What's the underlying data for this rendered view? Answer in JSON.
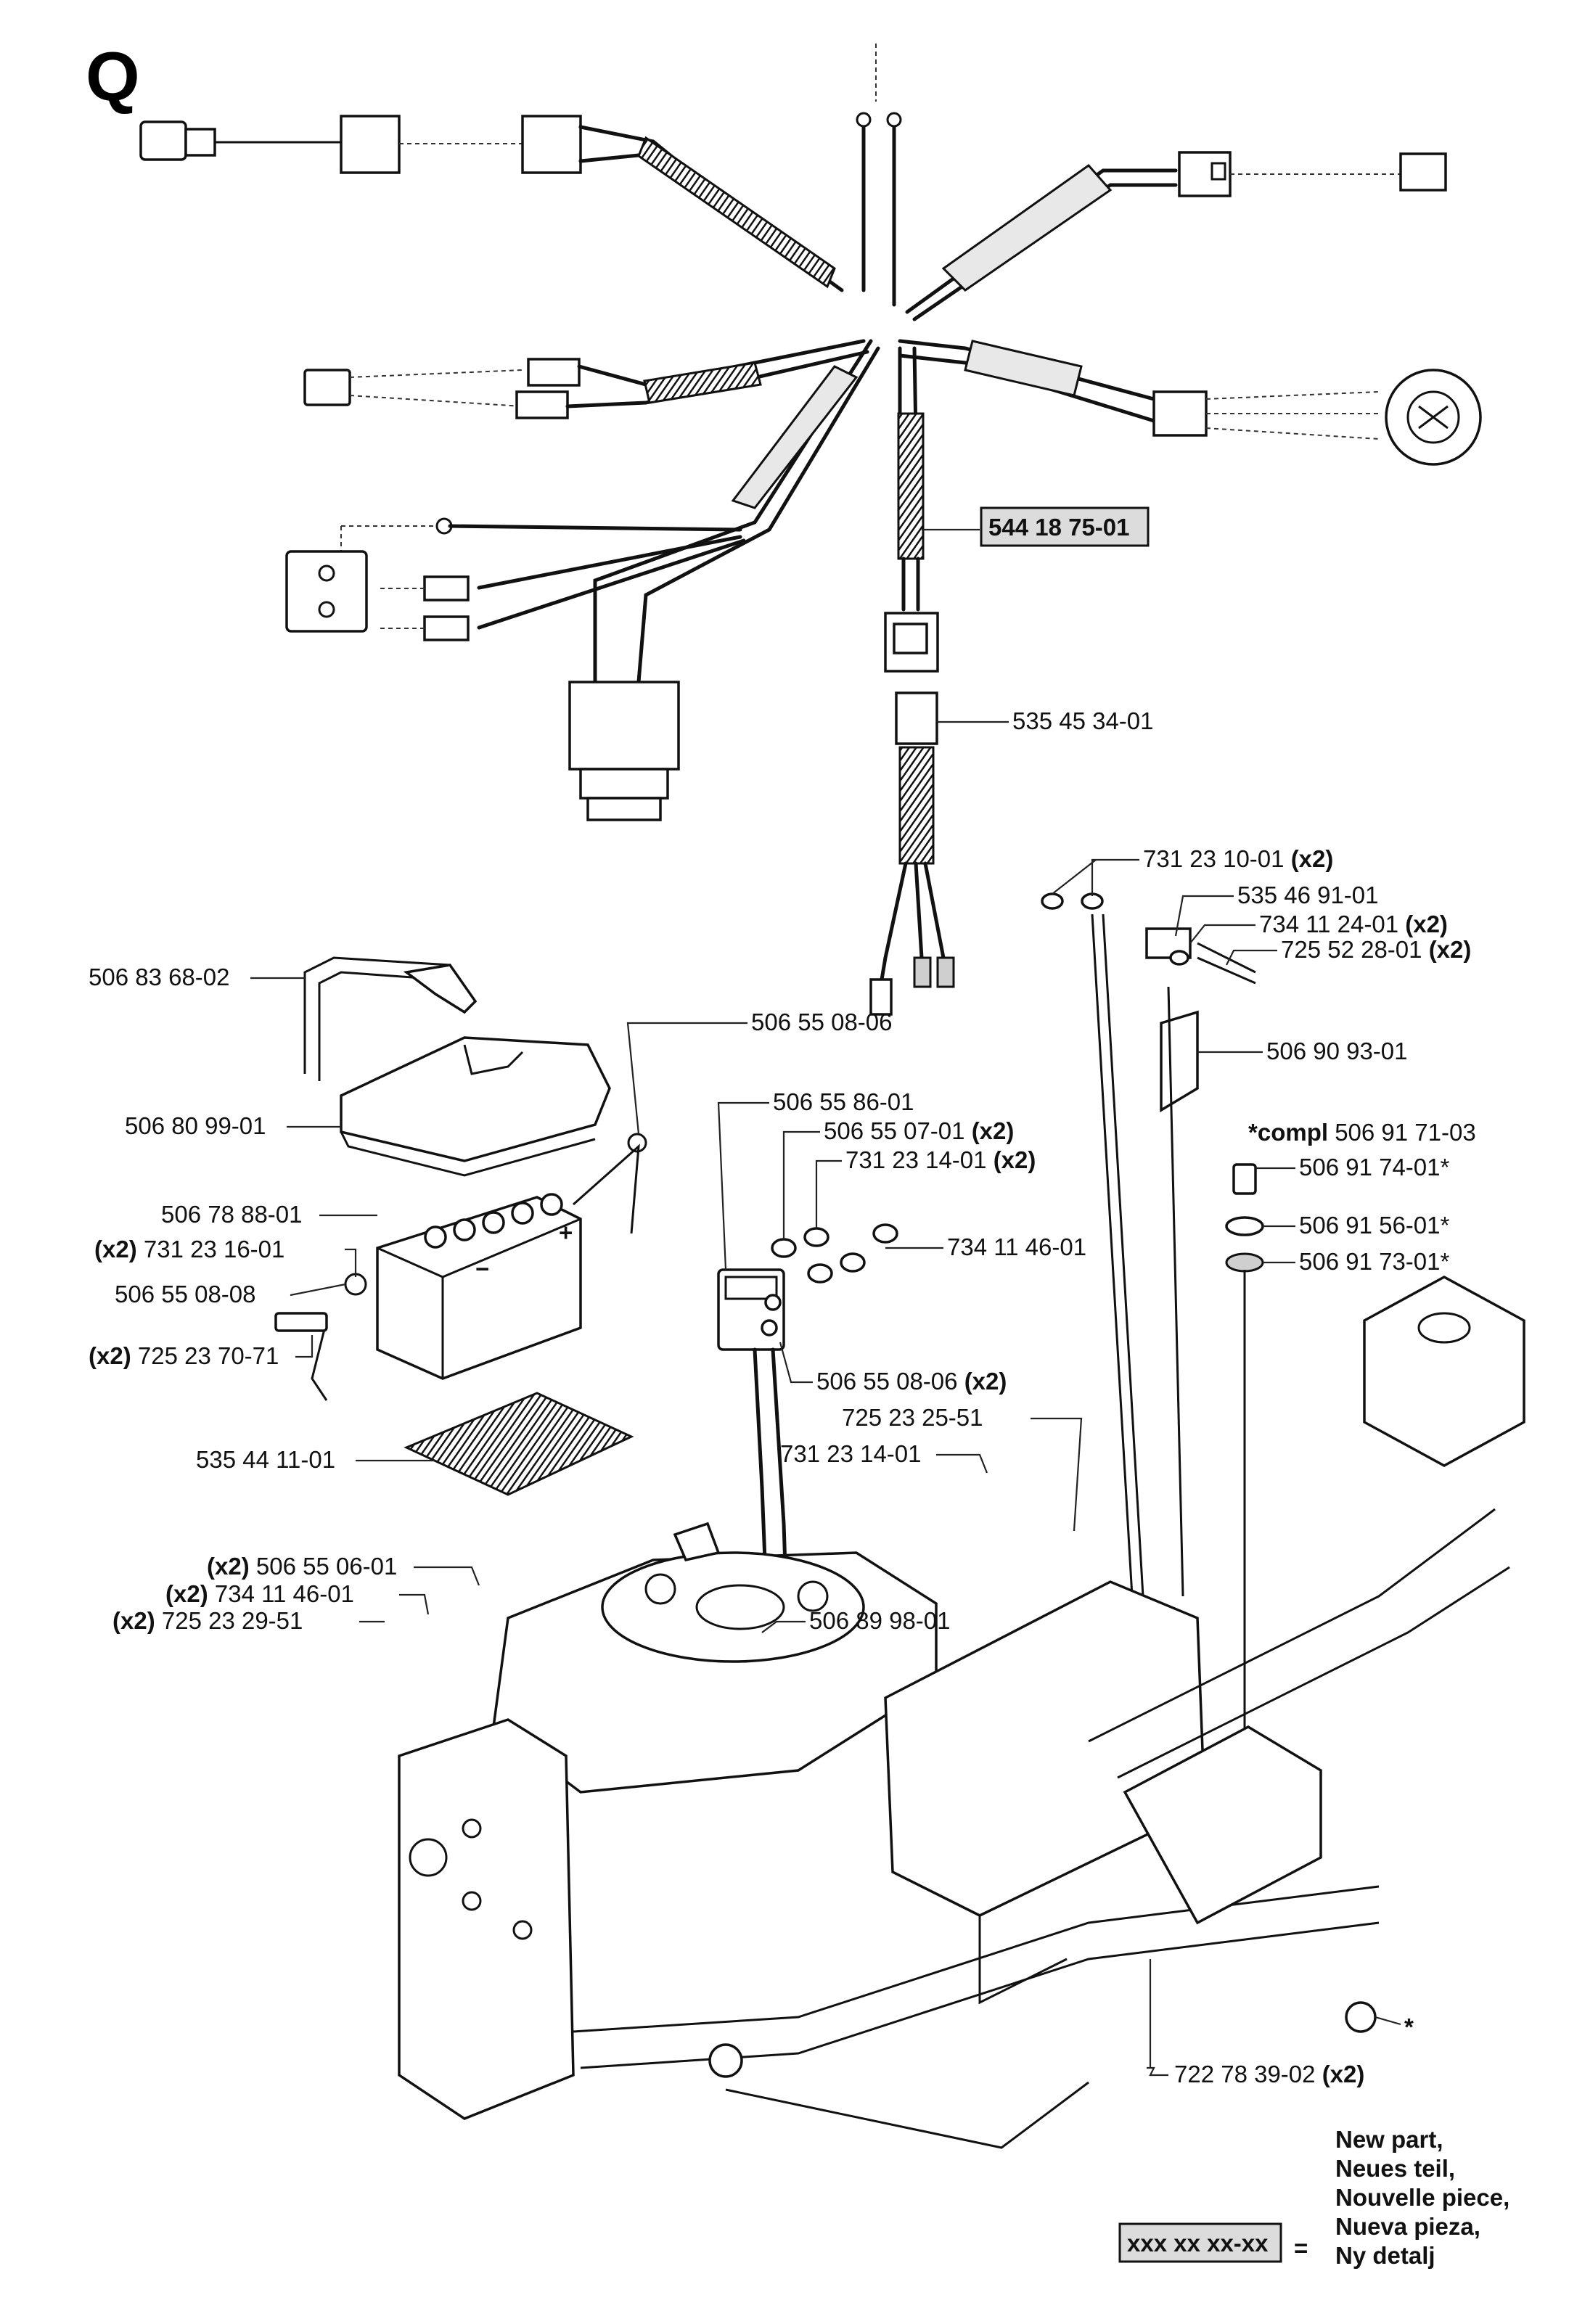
{
  "section_letter": "Q",
  "labels": {
    "harness": "544 18 75-01",
    "connector_lead": "535 45 34-01",
    "nut_top": "731 23 10-01",
    "nut_top_qty": "(x2)",
    "switch_top": "535 46 91-01",
    "washer_top": "734 11 24-01",
    "washer_top_qty": "(x2)",
    "screw_top": "725 52 28-01",
    "screw_top_qty": "(x2)",
    "holder": "506 83 68-02",
    "cable_top": "506 55 08-06",
    "clip": "506 90 93-01",
    "cover": "506 80 99-01",
    "solenoid": "506 55 86-01",
    "nut_sol": "506 55 07-01",
    "nut_sol_qty": "(x2)",
    "nut_sol2": "731 23 14-01",
    "nut_sol2_qty": "(x2)",
    "compl_prefix": "*compl",
    "compl_num": "506 91 71-03",
    "key": "506 91 74-01*",
    "ring": "506 91 56-01*",
    "nut_key": "506 91 73-01*",
    "battery": "506 78 88-01",
    "bat_nut_qty": "(x2)",
    "bat_nut": "731 23 16-01",
    "washer_sol": "734 11 46-01",
    "cable_neg": "506 55 08-08",
    "bat_screw_qty": "(x2)",
    "bat_screw": "725 23 70-71",
    "cable_sol_qty": "(x2)",
    "cable_sol": "506 55 08-06",
    "screw_frame": "725 23 25-51",
    "nut_frame": "731 23 14-01",
    "mat": "535 44 11-01",
    "spacer_qty": "(x2)",
    "spacer": "506 55 06-01",
    "washer_eng_qty": "(x2)",
    "washer_eng": "734 11 46-01",
    "screw_eng_qty": "(x2)",
    "screw_eng": "725 23 29-51",
    "cable_eng": "506 89 98-01",
    "tie": "722 78 39-02",
    "tie_qty": "(x2)",
    "star": "*"
  },
  "legend": {
    "lines": [
      "New part,",
      "Neues teil,",
      "Nouvelle piece,",
      "Nueva pieza,",
      "Ny detalj"
    ],
    "box_text": "xxx xx xx-xx",
    "equals": "="
  }
}
